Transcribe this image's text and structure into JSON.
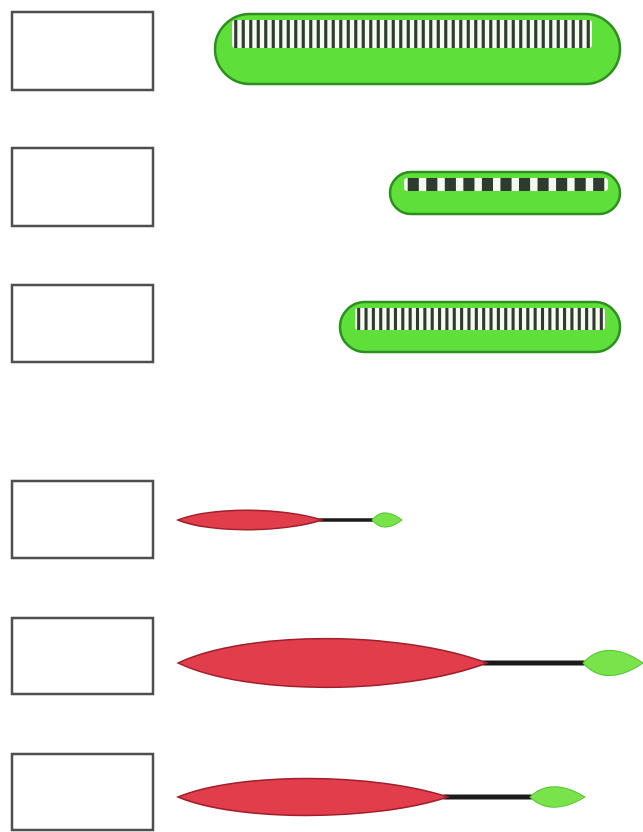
{
  "colors": {
    "box_border": "#4f4f4f",
    "box_fill": "#ffffff",
    "comb_fill": "#5fdf3a",
    "comb_outline": "#2d8f20",
    "teeth": "#2f3b2f",
    "tooth_gap": "#f4fbf0",
    "spindle_fill": "#e23d4b",
    "spindle_outline": "#9f1f2c",
    "stalk": "#1a1a1a",
    "tip_fill": "#79e34a"
  },
  "rows": [
    {
      "kind": "comb",
      "box_text": "",
      "comb": {
        "scale": "large",
        "tooth_count": 48,
        "tooth_style": "fine"
      }
    },
    {
      "kind": "comb",
      "box_text": "",
      "comb": {
        "scale": "small",
        "tooth_count": 11,
        "tooth_style": "blocky"
      }
    },
    {
      "kind": "comb",
      "box_text": "",
      "comb": {
        "scale": "medium",
        "tooth_count": 34,
        "tooth_style": "fine"
      }
    },
    {
      "kind": "spindle",
      "box_text": "",
      "spindle": {
        "scale": "small"
      }
    },
    {
      "kind": "spindle",
      "box_text": "",
      "spindle": {
        "scale": "large"
      }
    },
    {
      "kind": "spindle",
      "box_text": "",
      "spindle": {
        "scale": "medium"
      }
    }
  ]
}
